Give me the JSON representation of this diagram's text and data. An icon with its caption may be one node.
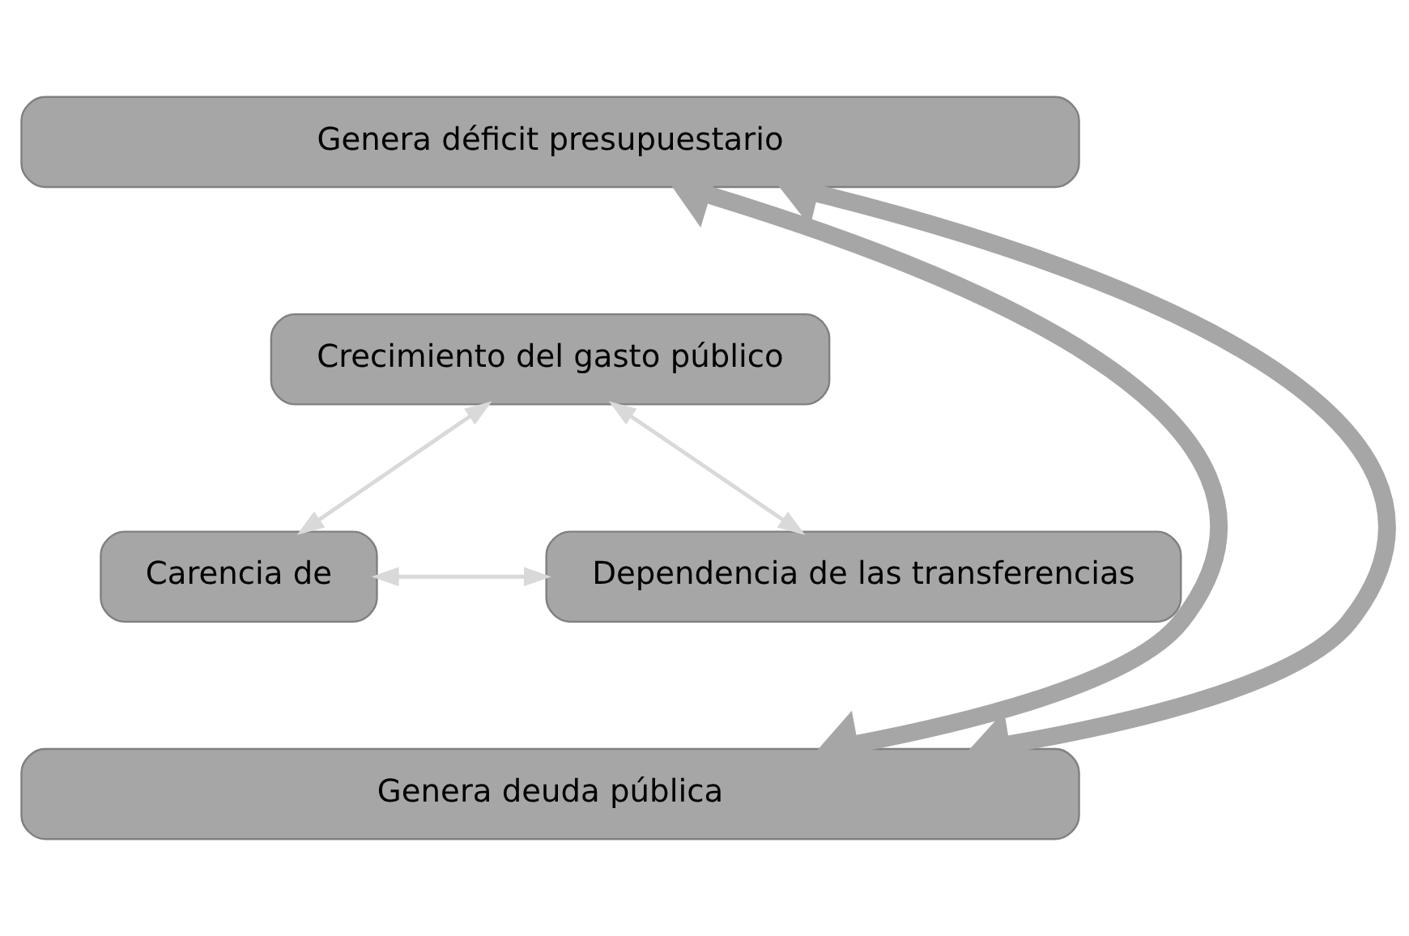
{
  "diagram": {
    "nodes": [
      {
        "text": [
          "Genera déficit presupuestario"
        ]
      },
      {
        "text": [
          "Crecimiento del gasto público"
        ]
      },
      {
        "text": [
          "Carencia de"
        ]
      },
      {
        "text": [
          "Dependencia de las transferencias"
        ]
      },
      {
        "text": [
          "Genera deuda pública"
        ]
      }
    ],
    "edges": [
      {
        "from": 0,
        "to": 4,
        "arrow": "both",
        "style": "thick",
        "color": "#a6a6a6"
      },
      {
        "from": 0,
        "to": 4,
        "arrow": "both",
        "style": "thick",
        "color": "#a6a6a6"
      },
      {
        "from": 1,
        "to": 2,
        "arrow": "both"
      },
      {
        "from": 1,
        "to": 3,
        "arrow": "both"
      },
      {
        "from": 2,
        "to": 3,
        "arrow": "both"
      }
    ]
  }
}
